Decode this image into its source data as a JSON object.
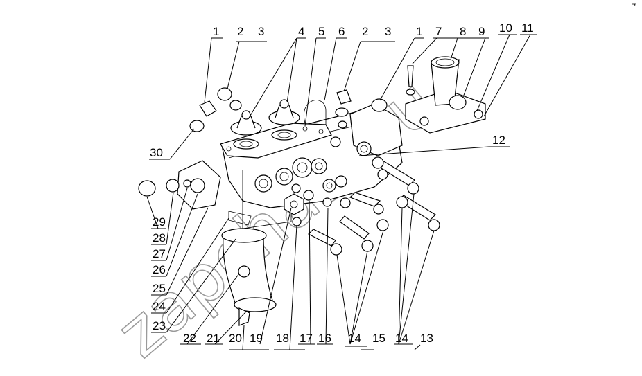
{
  "diagram": {
    "watermark_text": "zapchast.ru",
    "callouts": [
      {
        "id": "c1a",
        "text": "1"
      },
      {
        "id": "c2a",
        "text": "2"
      },
      {
        "id": "c3a",
        "text": "3"
      },
      {
        "id": "c4",
        "text": "4"
      },
      {
        "id": "c5",
        "text": "5"
      },
      {
        "id": "c6",
        "text": "6"
      },
      {
        "id": "c2b",
        "text": "2"
      },
      {
        "id": "c3b",
        "text": "3"
      },
      {
        "id": "c1b",
        "text": "1"
      },
      {
        "id": "c7",
        "text": "7"
      },
      {
        "id": "c8",
        "text": "8"
      },
      {
        "id": "c9",
        "text": "9"
      },
      {
        "id": "c10",
        "text": "10"
      },
      {
        "id": "c11",
        "text": "11"
      },
      {
        "id": "c12",
        "text": "12"
      },
      {
        "id": "c30",
        "text": "30"
      },
      {
        "id": "c29",
        "text": "29"
      },
      {
        "id": "c28",
        "text": "28"
      },
      {
        "id": "c27",
        "text": "27"
      },
      {
        "id": "c26",
        "text": "26"
      },
      {
        "id": "c25",
        "text": "25"
      },
      {
        "id": "c24",
        "text": "24"
      },
      {
        "id": "c23",
        "text": "23"
      },
      {
        "id": "c22",
        "text": "22"
      },
      {
        "id": "c21",
        "text": "21"
      },
      {
        "id": "c20",
        "text": "20"
      },
      {
        "id": "c19",
        "text": "19"
      },
      {
        "id": "c18",
        "text": "18"
      },
      {
        "id": "c17",
        "text": "17"
      },
      {
        "id": "c16",
        "text": "16"
      },
      {
        "id": "c14a",
        "text": "14"
      },
      {
        "id": "c15",
        "text": "15"
      },
      {
        "id": "c14b",
        "text": "14"
      },
      {
        "id": "c13",
        "text": "13"
      }
    ]
  }
}
